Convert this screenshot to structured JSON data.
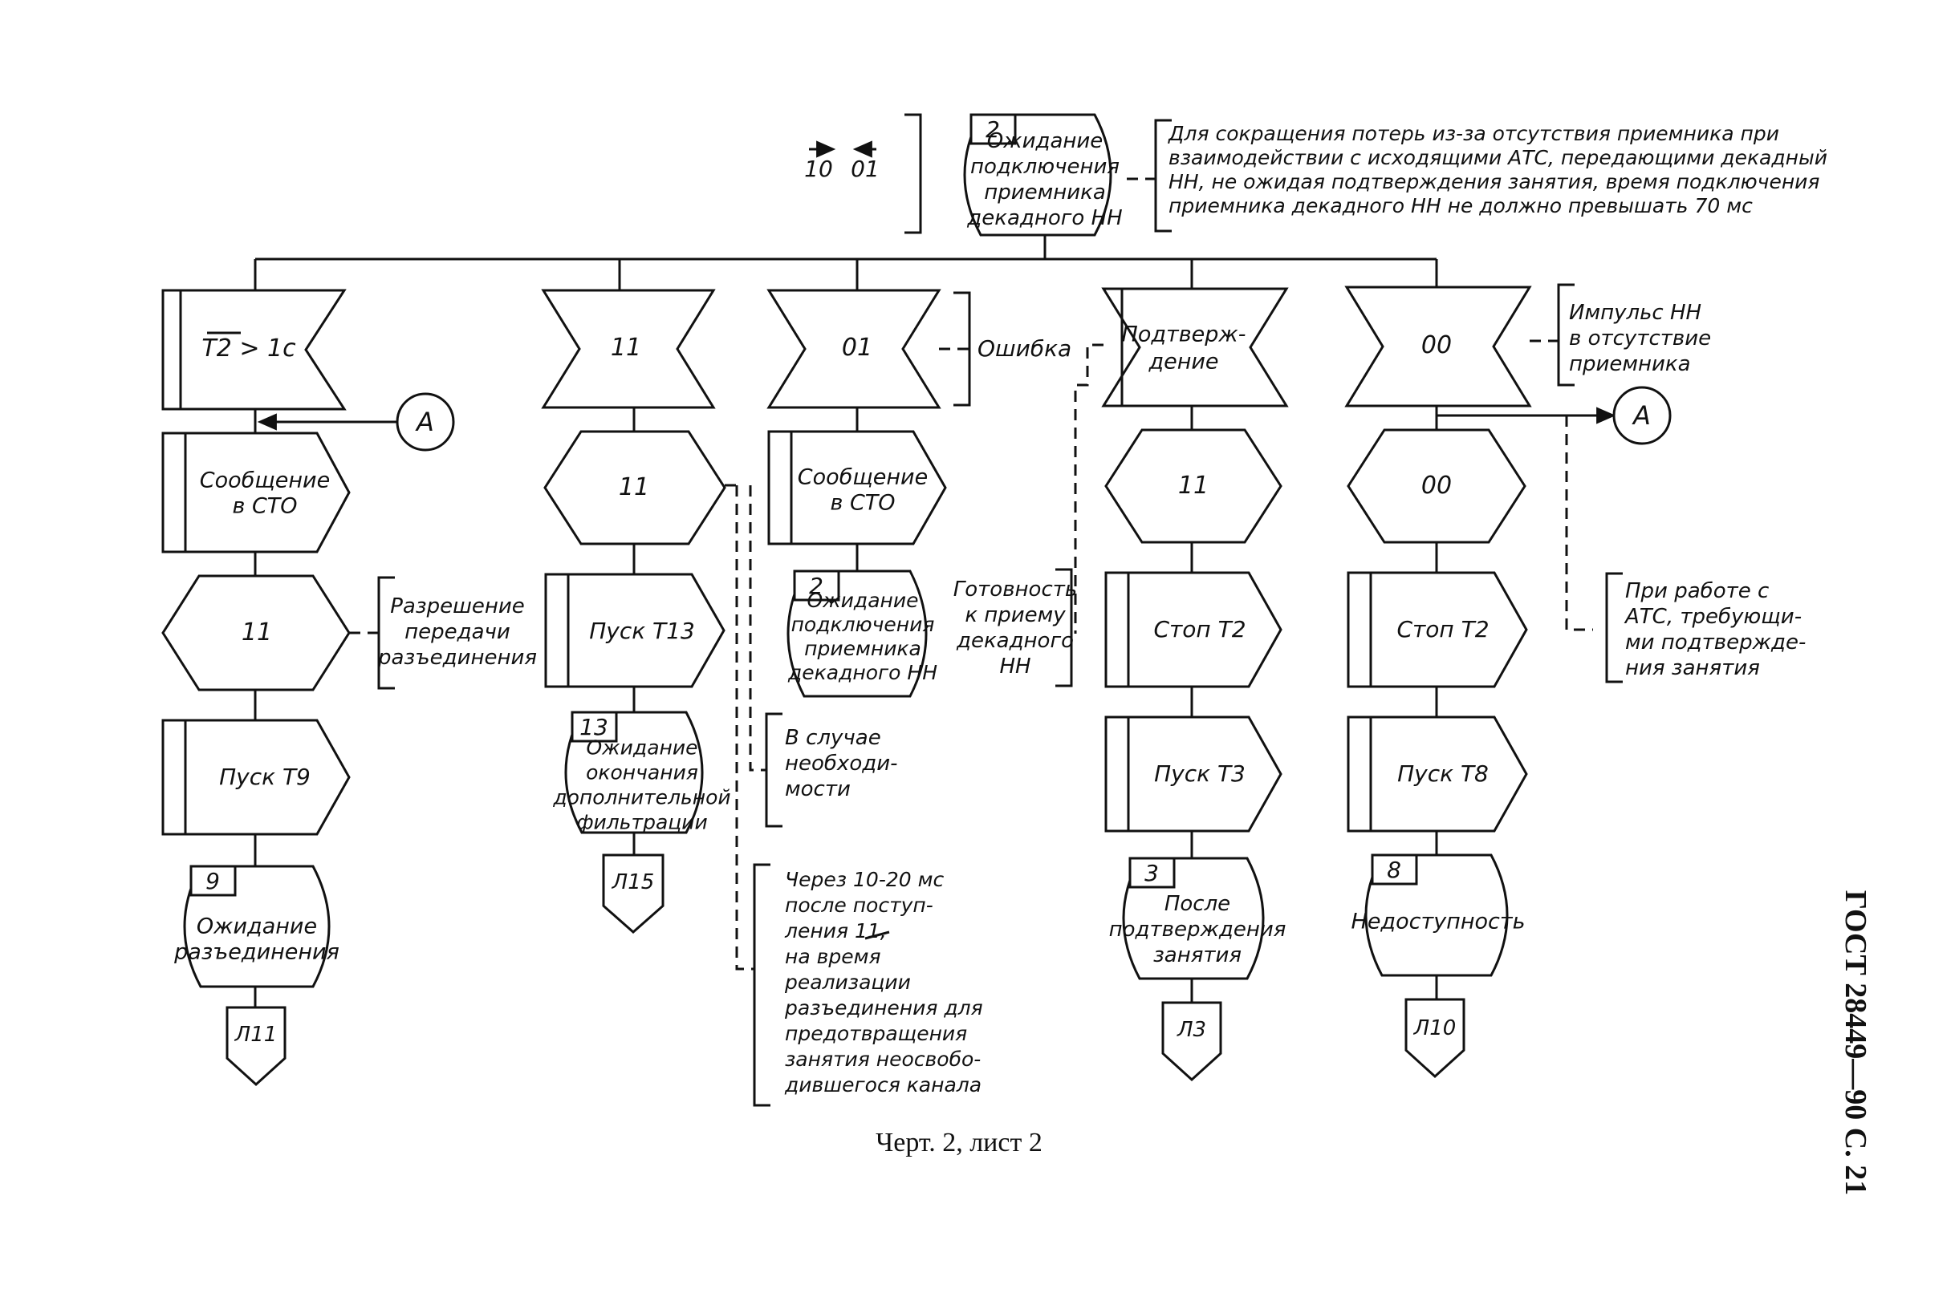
{
  "top_state": {
    "number": "2",
    "lines": [
      "Ожидание",
      "подключения",
      "приемника",
      "декадного НН"
    ]
  },
  "top_signals": {
    "left": "10",
    "right": "01"
  },
  "top_note": [
    "Для сокращения потерь из-за отсутствия приемника при",
    "взаимодействии с исходящими АТС, передающими декадный",
    "НН, не ожидая подтверждения занятия, время подключения",
    "приемника декадного НН не должно превышать 70 мс"
  ],
  "connector_label": "A",
  "col1": {
    "input": "T2 > 1c",
    "task": [
      "Сообщение",
      "в СТО"
    ],
    "output": "11",
    "output_note": [
      "Разрешение",
      "передачи",
      "разъединения"
    ],
    "task2": "Пуск Т9",
    "state_number": "9",
    "state": [
      "Ожидание",
      "разъединения"
    ],
    "link": "Л11"
  },
  "col2": {
    "input": "11",
    "output": "11",
    "task": "Пуск Т13",
    "state_number": "13",
    "state": [
      "Ожидание",
      "окончания",
      "дополнительной",
      "фильтрации"
    ],
    "link": "Л15",
    "note_cond": [
      "В случае",
      "необходи-",
      "мости"
    ],
    "note_delay": [
      "Через 10-20 мс",
      "после поступ-",
      "ления 11,",
      "на время",
      "реализации",
      "разъединения для",
      "предотвращения",
      "занятия неосвобо-",
      "дившегося канала"
    ]
  },
  "col3": {
    "input": "01",
    "input_note": "Ошибка",
    "task": [
      "Сообщение",
      "в СТО"
    ],
    "state_number": "2",
    "state": [
      "Ожидание",
      "подключения",
      "приемника",
      "декадного НН"
    ]
  },
  "col4": {
    "input": [
      "Подтверж-",
      "дение"
    ],
    "output": "11",
    "task": "Стоп Т2",
    "task2": "Пуск Т3",
    "state_number": "3",
    "state": [
      "После",
      "подтверждения",
      "занятия"
    ],
    "link": "Л3",
    "note": [
      "Готовность",
      "к приему",
      "декадного",
      "НН"
    ]
  },
  "col5": {
    "input": "00",
    "input_note": [
      "Импульс НН",
      "в отсутствие",
      "приемника"
    ],
    "output": "00",
    "task": "Стоп Т2",
    "task2": "Пуск Т8",
    "state_number": "8",
    "state": [
      "Недоступность"
    ],
    "link": "Л10",
    "note": [
      "При работе с",
      "АТС, требующи-",
      "ми подтвержде-",
      "ния занятия"
    ]
  },
  "caption": "Черт. 2, лист 2",
  "side_title": "ГОСТ 28449—90 С. 21"
}
